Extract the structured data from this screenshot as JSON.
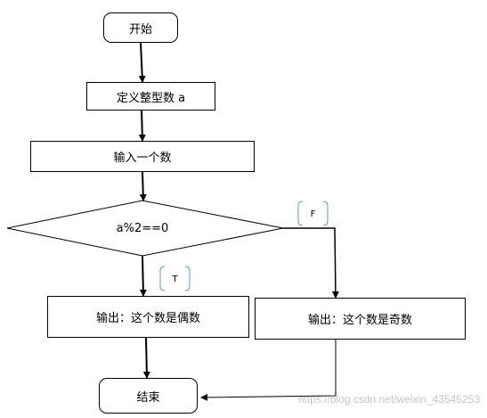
{
  "flowchart": {
    "start": "开始",
    "define": "定义整型数 a",
    "input": "输入一个数",
    "condition": "a%2==0",
    "true_tag": "T",
    "false_tag": "F",
    "even_output": "输出：这个数是偶数",
    "odd_output": "输出：这个数是奇数",
    "end": "结束"
  },
  "watermark": "https://blog.csdn.net/weixin_43545253",
  "colors": {
    "line": "#000000",
    "tag_bracket": "#5b9bd5",
    "watermark": "#969696"
  }
}
